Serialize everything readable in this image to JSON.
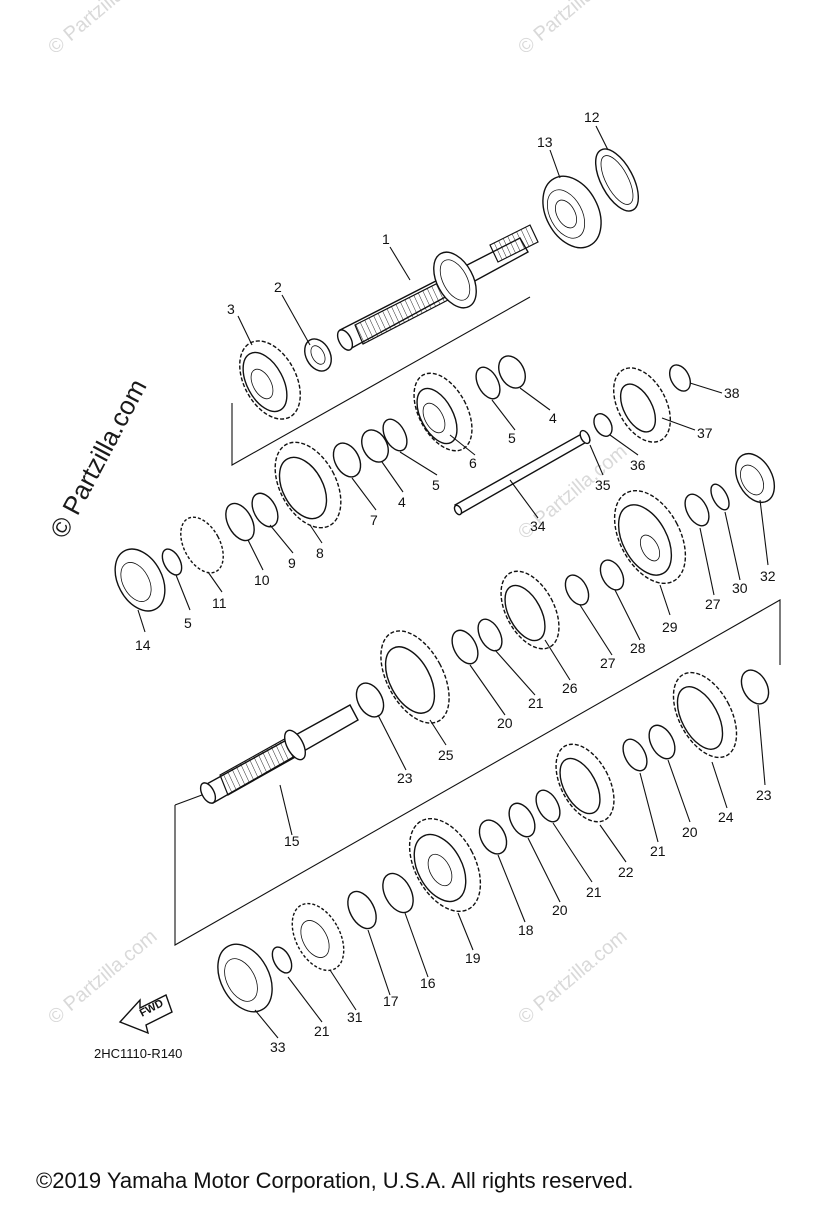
{
  "diagram": {
    "part_code": "2HC1110-R140",
    "fwd_label": "FWD",
    "copyright": "©2019  Yamaha Motor Corporation, U.S.A. All rights reserved.",
    "watermark_side": "© Partzilla.com",
    "watermark_faint": "© Partzilla.com",
    "callouts": [
      "1",
      "2",
      "3",
      "4",
      "5",
      "6",
      "7",
      "8",
      "9",
      "10",
      "11",
      "12",
      "13",
      "14",
      "15",
      "16",
      "17",
      "18",
      "19",
      "20",
      "21",
      "22",
      "23",
      "24",
      "25",
      "26",
      "27",
      "28",
      "29",
      "30",
      "31",
      "32",
      "33",
      "34",
      "35",
      "36",
      "37",
      "38"
    ]
  }
}
